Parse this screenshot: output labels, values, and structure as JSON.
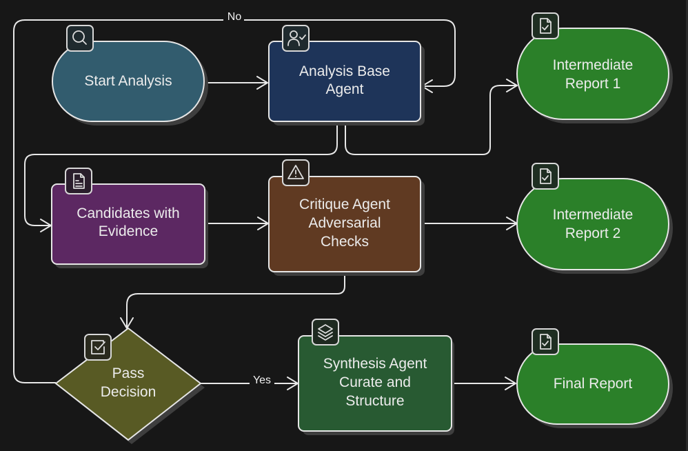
{
  "diagram": {
    "type": "flowchart",
    "nodes": [
      {
        "id": "start",
        "label_lines": [
          "Start Analysis"
        ],
        "shape": "stadium",
        "color": "#325c6e",
        "icon": "search-icon"
      },
      {
        "id": "base",
        "label_lines": [
          "Analysis Base",
          "Agent"
        ],
        "shape": "rect",
        "color": "#1e3459",
        "icon": "user-check-icon"
      },
      {
        "id": "ir1",
        "label_lines": [
          "Intermediate",
          "Report 1"
        ],
        "shape": "stadium",
        "color": "#2b8029",
        "icon": "file-check-icon"
      },
      {
        "id": "cand",
        "label_lines": [
          "Candidates with",
          "Evidence"
        ],
        "shape": "rect",
        "color": "#5c2862",
        "icon": "file-text-icon"
      },
      {
        "id": "critique",
        "label_lines": [
          "Critique Agent",
          "Adversarial",
          "Checks"
        ],
        "shape": "rect",
        "color": "#603a22",
        "icon": "warning-icon"
      },
      {
        "id": "ir2",
        "label_lines": [
          "Intermediate",
          "Report 2"
        ],
        "shape": "stadium",
        "color": "#2b8029",
        "icon": "file-check-icon"
      },
      {
        "id": "pass",
        "label_lines": [
          "Pass",
          "Decision"
        ],
        "shape": "diamond",
        "color": "#585a24",
        "icon": "checkbox-icon"
      },
      {
        "id": "synth",
        "label_lines": [
          "Synthesis Agent",
          "Curate and",
          "Structure"
        ],
        "shape": "rect",
        "color": "#285a32",
        "icon": "layers-icon"
      },
      {
        "id": "final",
        "label_lines": [
          "Final Report"
        ],
        "shape": "stadium",
        "color": "#2b8029",
        "icon": "file-check-icon"
      }
    ],
    "edges": [
      {
        "from": "start",
        "to": "base",
        "label": ""
      },
      {
        "from": "base",
        "to": "cand",
        "label": ""
      },
      {
        "from": "base",
        "to": "ir1",
        "label": ""
      },
      {
        "from": "cand",
        "to": "critique",
        "label": ""
      },
      {
        "from": "critique",
        "to": "ir2",
        "label": ""
      },
      {
        "from": "critique",
        "to": "pass",
        "label": ""
      },
      {
        "from": "pass",
        "to": "synth",
        "label": "Yes"
      },
      {
        "from": "pass",
        "to": "base",
        "label": "No"
      },
      {
        "from": "synth",
        "to": "final",
        "label": ""
      }
    ]
  },
  "colors": {
    "background": "#171717",
    "stroke": "#e6e6e6"
  }
}
